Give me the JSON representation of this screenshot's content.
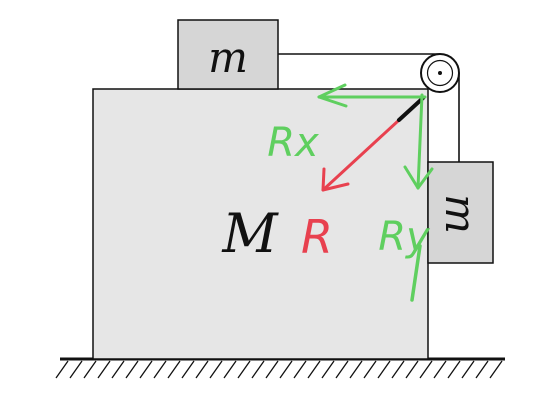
{
  "labels": {
    "big_block": "M",
    "top_block": "m",
    "side_block": "m",
    "resultant": "R",
    "component_x": "Rx",
    "component_y": "Ry"
  },
  "colors": {
    "block_fill": "#e6e6e6",
    "small_block_fill": "#d6d6d6",
    "outline": "#111111",
    "component_arrows": "#5fcf5f",
    "resultant_arrow": "#e8414f",
    "string_highlight": "#111111"
  },
  "icons": {
    "pulley": "pulley-icon",
    "ground": "hatched-ground"
  }
}
